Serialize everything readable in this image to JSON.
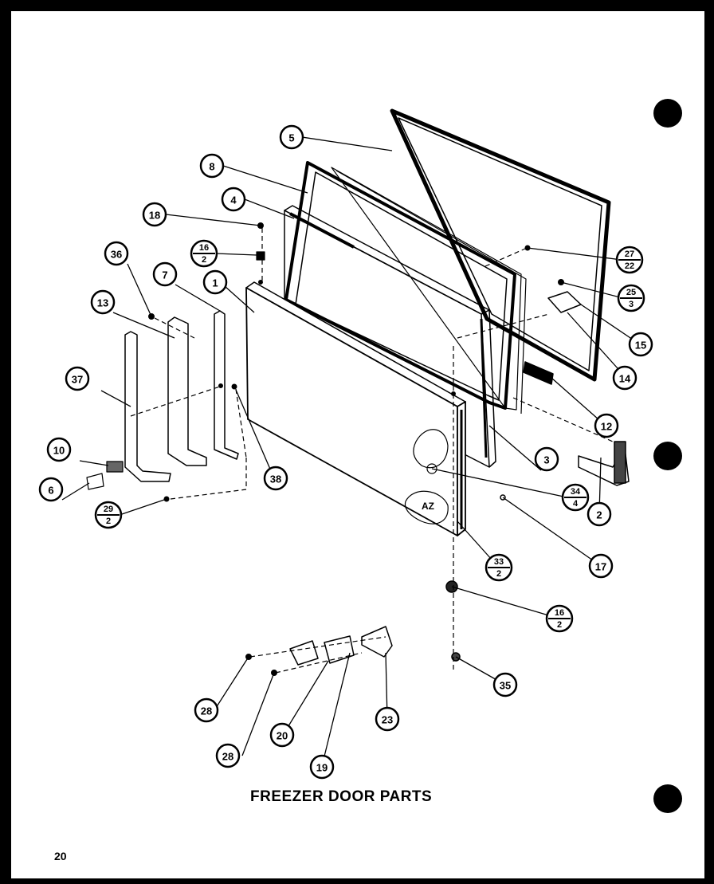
{
  "title": "FREEZER DOOR PARTS",
  "page_number": "20",
  "callouts": [
    {
      "id": "c5",
      "label": "5",
      "type": "circle"
    },
    {
      "id": "c8",
      "label": "8",
      "type": "circle"
    },
    {
      "id": "c4",
      "label": "4",
      "type": "circle"
    },
    {
      "id": "c18",
      "label": "18",
      "type": "circle"
    },
    {
      "id": "c16a",
      "top": "16",
      "bottom": "2",
      "type": "fraction"
    },
    {
      "id": "c36",
      "label": "36",
      "type": "circle"
    },
    {
      "id": "c7",
      "label": "7",
      "type": "circle"
    },
    {
      "id": "c1",
      "label": "1",
      "type": "circle"
    },
    {
      "id": "c13",
      "label": "13",
      "type": "circle"
    },
    {
      "id": "c37",
      "label": "37",
      "type": "circle"
    },
    {
      "id": "c10",
      "label": "10",
      "type": "circle"
    },
    {
      "id": "c6",
      "label": "6",
      "type": "circle"
    },
    {
      "id": "c29",
      "top": "29",
      "bottom": "2",
      "type": "fraction"
    },
    {
      "id": "c38",
      "label": "38",
      "type": "circle"
    },
    {
      "id": "c27",
      "top": "27",
      "bottom": "22",
      "type": "fraction"
    },
    {
      "id": "c25",
      "top": "25",
      "bottom": "3",
      "type": "fraction"
    },
    {
      "id": "c15",
      "label": "15",
      "type": "circle"
    },
    {
      "id": "c14",
      "label": "14",
      "type": "circle"
    },
    {
      "id": "c12",
      "label": "12",
      "type": "circle"
    },
    {
      "id": "c3",
      "label": "3",
      "type": "circle"
    },
    {
      "id": "c34",
      "top": "34",
      "bottom": "4",
      "type": "fraction"
    },
    {
      "id": "c2",
      "label": "2",
      "type": "circle"
    },
    {
      "id": "c17",
      "label": "17",
      "type": "circle"
    },
    {
      "id": "c33",
      "top": "33",
      "bottom": "2",
      "type": "fraction"
    },
    {
      "id": "c16b",
      "top": "16",
      "bottom": "2",
      "type": "fraction"
    },
    {
      "id": "c35",
      "label": "35",
      "type": "circle"
    },
    {
      "id": "c28a",
      "label": "28",
      "type": "circle"
    },
    {
      "id": "c28b",
      "label": "28",
      "type": "circle"
    },
    {
      "id": "c20",
      "label": "20",
      "type": "circle"
    },
    {
      "id": "c19",
      "label": "19",
      "type": "circle"
    },
    {
      "id": "c23",
      "label": "23",
      "type": "circle"
    }
  ]
}
